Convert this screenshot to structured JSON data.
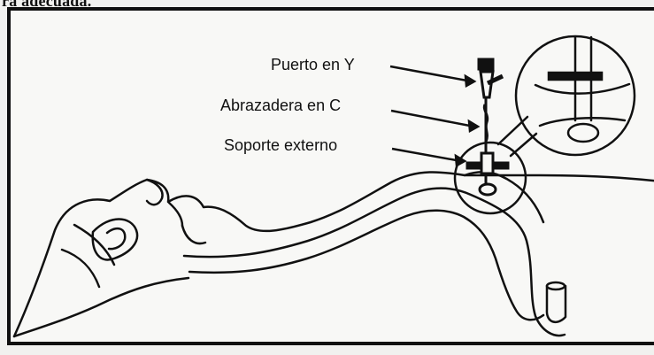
{
  "header_fragment": "ra adecuada.",
  "labels": {
    "y_port": "Puerto en Y",
    "c_clamp": "Abrazadera en C",
    "external_support": "Soporte externo"
  }
}
